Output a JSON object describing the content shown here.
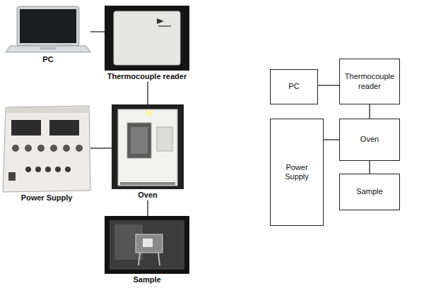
{
  "diagram": {
    "nodes": [
      {
        "text": [
          "PC"
        ]
      },
      {
        "text": [
          "Thermocouple reader"
        ]
      },
      {
        "text": [
          "Power Supply"
        ]
      },
      {
        "text": [
          "Oven"
        ]
      },
      {
        "text": [
          "Sample"
        ]
      },
      {
        "text": [
          "PC"
        ]
      },
      {
        "text": [
          "Thermocouple reader"
        ]
      },
      {
        "text": [
          "Power Supply"
        ]
      },
      {
        "text": [
          "Oven"
        ]
      },
      {
        "text": [
          "Sample"
        ]
      }
    ],
    "edges": [
      {
        "from": 0,
        "to": 1,
        "arrow": "none"
      },
      {
        "from": 1,
        "to": 3,
        "arrow": "none"
      },
      {
        "from": 2,
        "to": 3,
        "arrow": "none"
      },
      {
        "from": 3,
        "to": 4,
        "arrow": "none"
      },
      {
        "from": 5,
        "to": 6,
        "arrow": "none"
      },
      {
        "from": 6,
        "to": 8,
        "arrow": "none"
      },
      {
        "from": 7,
        "to": 8,
        "arrow": "none"
      },
      {
        "from": 8,
        "to": 9,
        "arrow": "none"
      }
    ]
  }
}
